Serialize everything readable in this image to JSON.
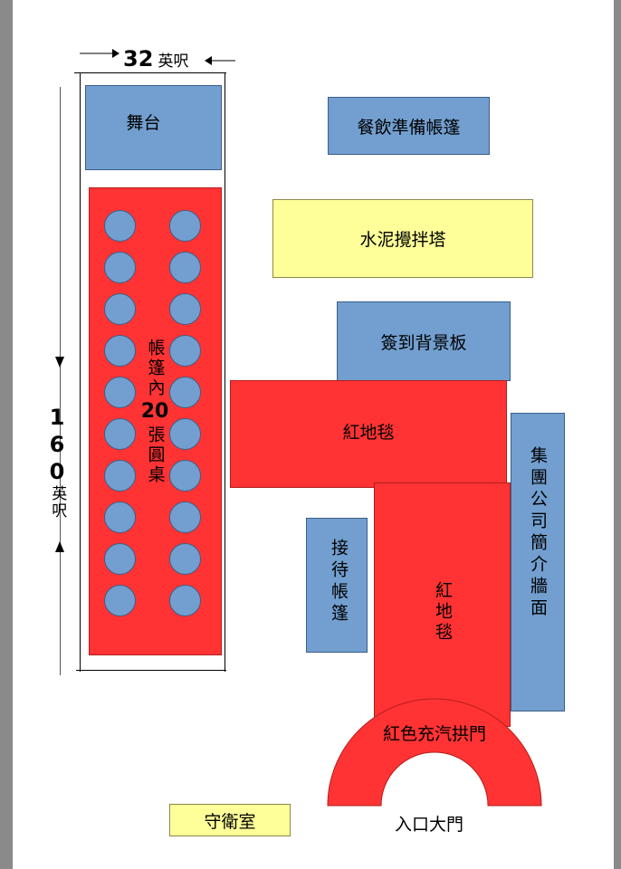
{
  "dimensions": {
    "width_value": "32",
    "width_unit": "英呎",
    "height_digits": [
      "1",
      "6",
      "0"
    ],
    "height_unit": "英呎"
  },
  "zones": {
    "stage": "舞台",
    "catering_tent": "餐飲準備帳篷",
    "cement_tower": "水泥攪拌塔",
    "sign_in_board": "簽到背景板",
    "red_carpet_horizontal": "紅地毯",
    "red_carpet_vertical": "紅地毯",
    "company_wall": "集團公司簡介牆面",
    "reception_tent": "接待帳篷",
    "arch": "紅色充汽拱門",
    "entrance": "入口大門",
    "guard_room": "守衛室"
  },
  "tent": {
    "line1": "帳篷內",
    "number": "20",
    "line2": "張圓桌",
    "table_count": 20
  },
  "colors": {
    "blue": "#729fcf",
    "red": "#ff3333",
    "yellow": "#ffff99"
  }
}
